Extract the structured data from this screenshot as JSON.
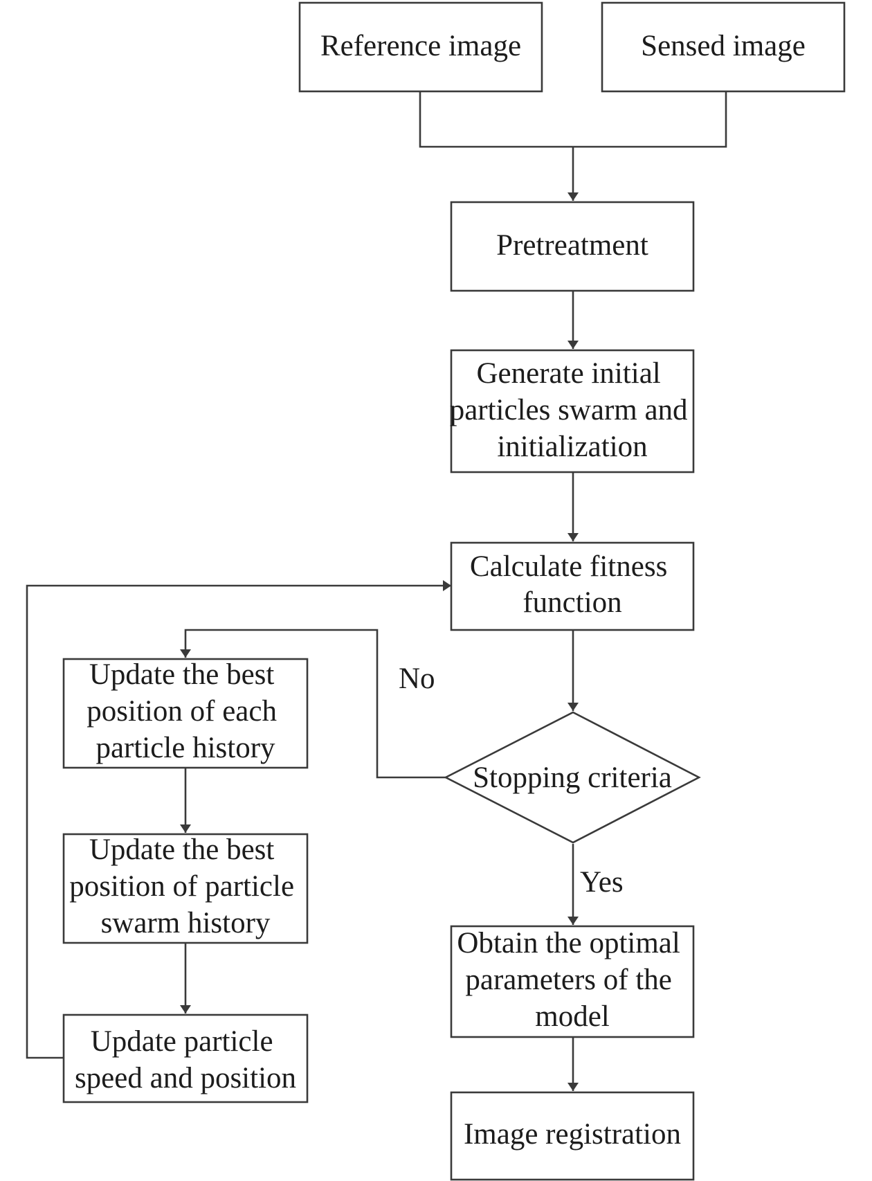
{
  "nodes": {
    "reference_image": {
      "lines": [
        "Reference image"
      ]
    },
    "sensed_image": {
      "lines": [
        "Sensed image"
      ]
    },
    "pretreatment": {
      "lines": [
        "Pretreatment"
      ]
    },
    "generate_swarm": {
      "lines": [
        "Generate initial",
        "particles swarm and",
        "initialization"
      ]
    },
    "calculate_fitness": {
      "lines": [
        "Calculate fitness",
        "function"
      ]
    },
    "stopping_criteria": {
      "lines": [
        "Stopping criteria"
      ]
    },
    "update_particle_best": {
      "lines": [
        "Update the best",
        "position of each",
        "particle history"
      ]
    },
    "update_swarm_best": {
      "lines": [
        "Update the best",
        "position of particle",
        "swarm history"
      ]
    },
    "update_speed_position": {
      "lines": [
        "Update particle",
        "speed and position"
      ]
    },
    "obtain_parameters": {
      "lines": [
        "Obtain the optimal",
        "parameters of the",
        "model"
      ]
    },
    "image_registration": {
      "lines": [
        "Image registration"
      ]
    }
  },
  "edge_labels": {
    "no": "No",
    "yes": "Yes"
  }
}
